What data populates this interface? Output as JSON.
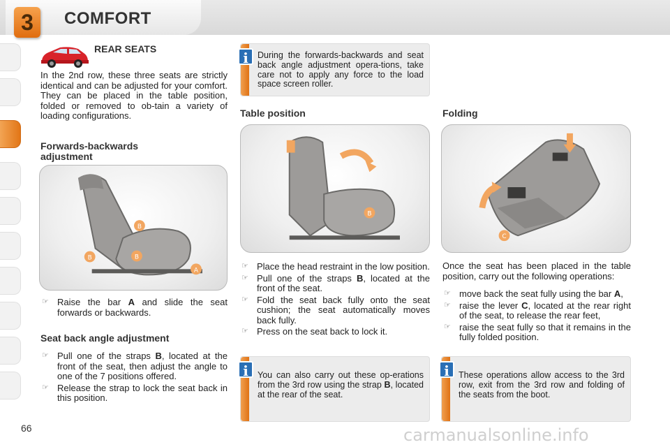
{
  "header": {
    "chapter_number": "3",
    "chapter_title": "COMFORT"
  },
  "left": {
    "section_title": "REAR SEATS",
    "intro": "In the 2nd row, these three seats are strictly identical and can be adjusted for your comfort. They can be placed in the table position, folded or removed to ob-tain a variety of loading configurations.",
    "fb_title_line1": "Forwards-backwards",
    "fb_title_line2": "adjustment",
    "fb_bullet_pre": "Raise the bar ",
    "fb_bullet_key": "A",
    "fb_bullet_post": " and slide the seat forwards or backwards.",
    "sba_title": "Seat back angle adjustment",
    "sba_b1_pre": "Pull one of the straps ",
    "sba_b1_key": "B",
    "sba_b1_post": ", located at the front of the seat, then adjust the angle to one of the 7 positions offered.",
    "sba_b2": "Release the strap to lock the seat back in this position."
  },
  "middle": {
    "info_top": "During the forwards-backwards and seat back angle adjustment opera-tions, take care not to apply any force to the load space screen roller.",
    "table_title": "Table position",
    "tp_b1": "Place the head restraint in the low position.",
    "tp_b2_pre": "Pull one of the straps ",
    "tp_b2_key": "B",
    "tp_b2_post": ", located at the front of the seat.",
    "tp_b3": "Fold the seat back fully onto the seat cushion; the seat automatically moves back fully.",
    "tp_b4": "Press on the seat back to lock it.",
    "info_bottom_pre": "You can also carry out these op-erations from the 3rd row using the strap ",
    "info_bottom_key": "B",
    "info_bottom_post": ", located at the rear of the seat."
  },
  "right": {
    "folding_title": "Folding",
    "intro": "Once the seat has been placed in the table position, carry out the following operations:",
    "f_b1_pre": "move back the seat fully using the bar ",
    "f_b1_key": "A",
    "f_b1_post": ",",
    "f_b2_pre": "raise the lever ",
    "f_b2_key": "C",
    "f_b2_post": ", located at the rear right of the seat, to release the rear feet,",
    "f_b3": "raise the seat fully so that it remains in the fully folded position.",
    "info_bottom": "These operations allow access to the 3rd row, exit from the 3rd row and folding of the seats from the boot."
  },
  "labels": {
    "a": "A",
    "b": "B",
    "c": "C",
    "info": "i",
    "bullet": "☞"
  },
  "footer": {
    "page_number": "66",
    "watermark": "carmanualsonline.info"
  },
  "colors": {
    "accent_orange": "#e27617",
    "info_blue": "#2a6fb5"
  }
}
